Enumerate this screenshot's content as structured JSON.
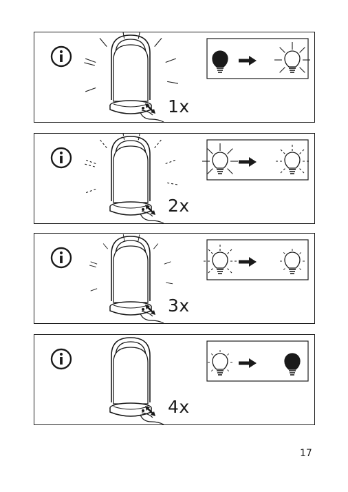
{
  "steps": [
    {
      "count": "1x",
      "from": "off",
      "to": "bright",
      "glow": "strong"
    },
    {
      "count": "2x",
      "from": "bright",
      "to": "medium",
      "glow": "dashed"
    },
    {
      "count": "3x",
      "from": "medium",
      "to": "dim",
      "glow": "faint"
    },
    {
      "count": "4x",
      "from": "dim",
      "to": "off",
      "glow": "none"
    }
  ],
  "icons": {
    "info": "info-circle-icon",
    "arrow": "right-arrow-icon",
    "bulb": "light-bulb-icon",
    "press": "finger-press-icon"
  },
  "page_number": "17"
}
